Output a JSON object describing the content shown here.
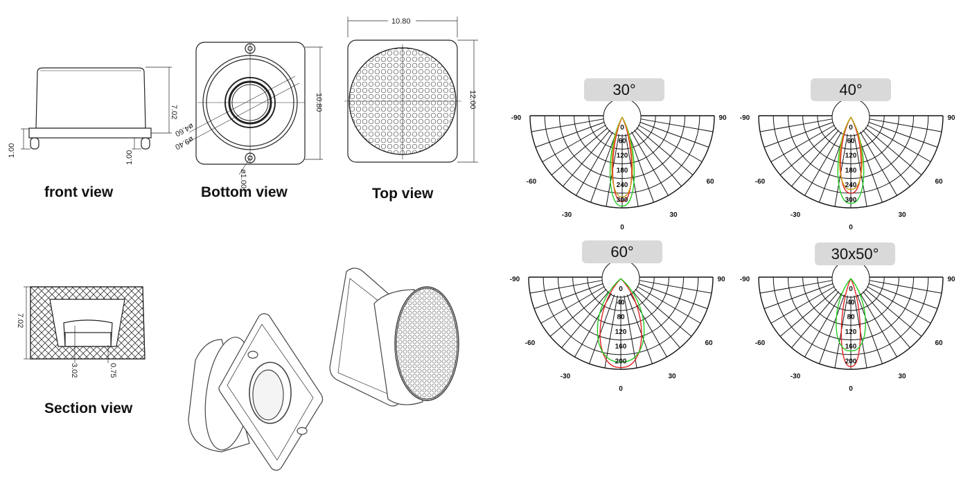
{
  "views": {
    "front_label": "front view",
    "bottom_label": "Bottom view",
    "top_label": "Top view",
    "section_label": "Section view"
  },
  "dimensions": {
    "front_height": "7.02",
    "front_base_left": "1.00",
    "front_base_right": "1.00",
    "bottom_hole_small": "ø4.60",
    "bottom_hole_large": "ø9.40",
    "bottom_height": "10.80",
    "bottom_pin": "ø1.00",
    "top_width": "10.80",
    "top_height": "12.00",
    "section_height": "7.02",
    "section_depth": "3.02",
    "section_step": "0.75"
  },
  "beam_charts": [
    {
      "title": "30°",
      "angle_labels": [
        "-90",
        "90",
        "-60",
        "60",
        "-30",
        "30",
        "0",
        "0"
      ],
      "radial_ticks": [
        "60",
        "120",
        "180",
        "240",
        "300"
      ],
      "curve_colors": [
        "#e02020",
        "#22cc22",
        "#c8a018"
      ]
    },
    {
      "title": "40°",
      "angle_labels": [
        "-90",
        "90",
        "-60",
        "60",
        "-30",
        "30",
        "0",
        "0"
      ],
      "radial_ticks": [
        "60",
        "120",
        "180",
        "240",
        "300"
      ],
      "curve_colors": [
        "#e02020",
        "#22cc22",
        "#c8a018"
      ]
    },
    {
      "title": "60°",
      "angle_labels": [
        "-90",
        "90",
        "-60",
        "60",
        "-30",
        "30",
        "0",
        "0"
      ],
      "radial_ticks": [
        "40",
        "80",
        "120",
        "160",
        "200"
      ],
      "curve_colors": [
        "#e02020",
        "#22cc22"
      ]
    },
    {
      "title": "30x50°",
      "angle_labels": [
        "-90",
        "90",
        "-60",
        "60",
        "-30",
        "30",
        "0",
        "0"
      ],
      "radial_ticks": [
        "40",
        "80",
        "120",
        "160",
        "200"
      ],
      "curve_colors": [
        "#e02020",
        "#22cc22"
      ]
    }
  ]
}
